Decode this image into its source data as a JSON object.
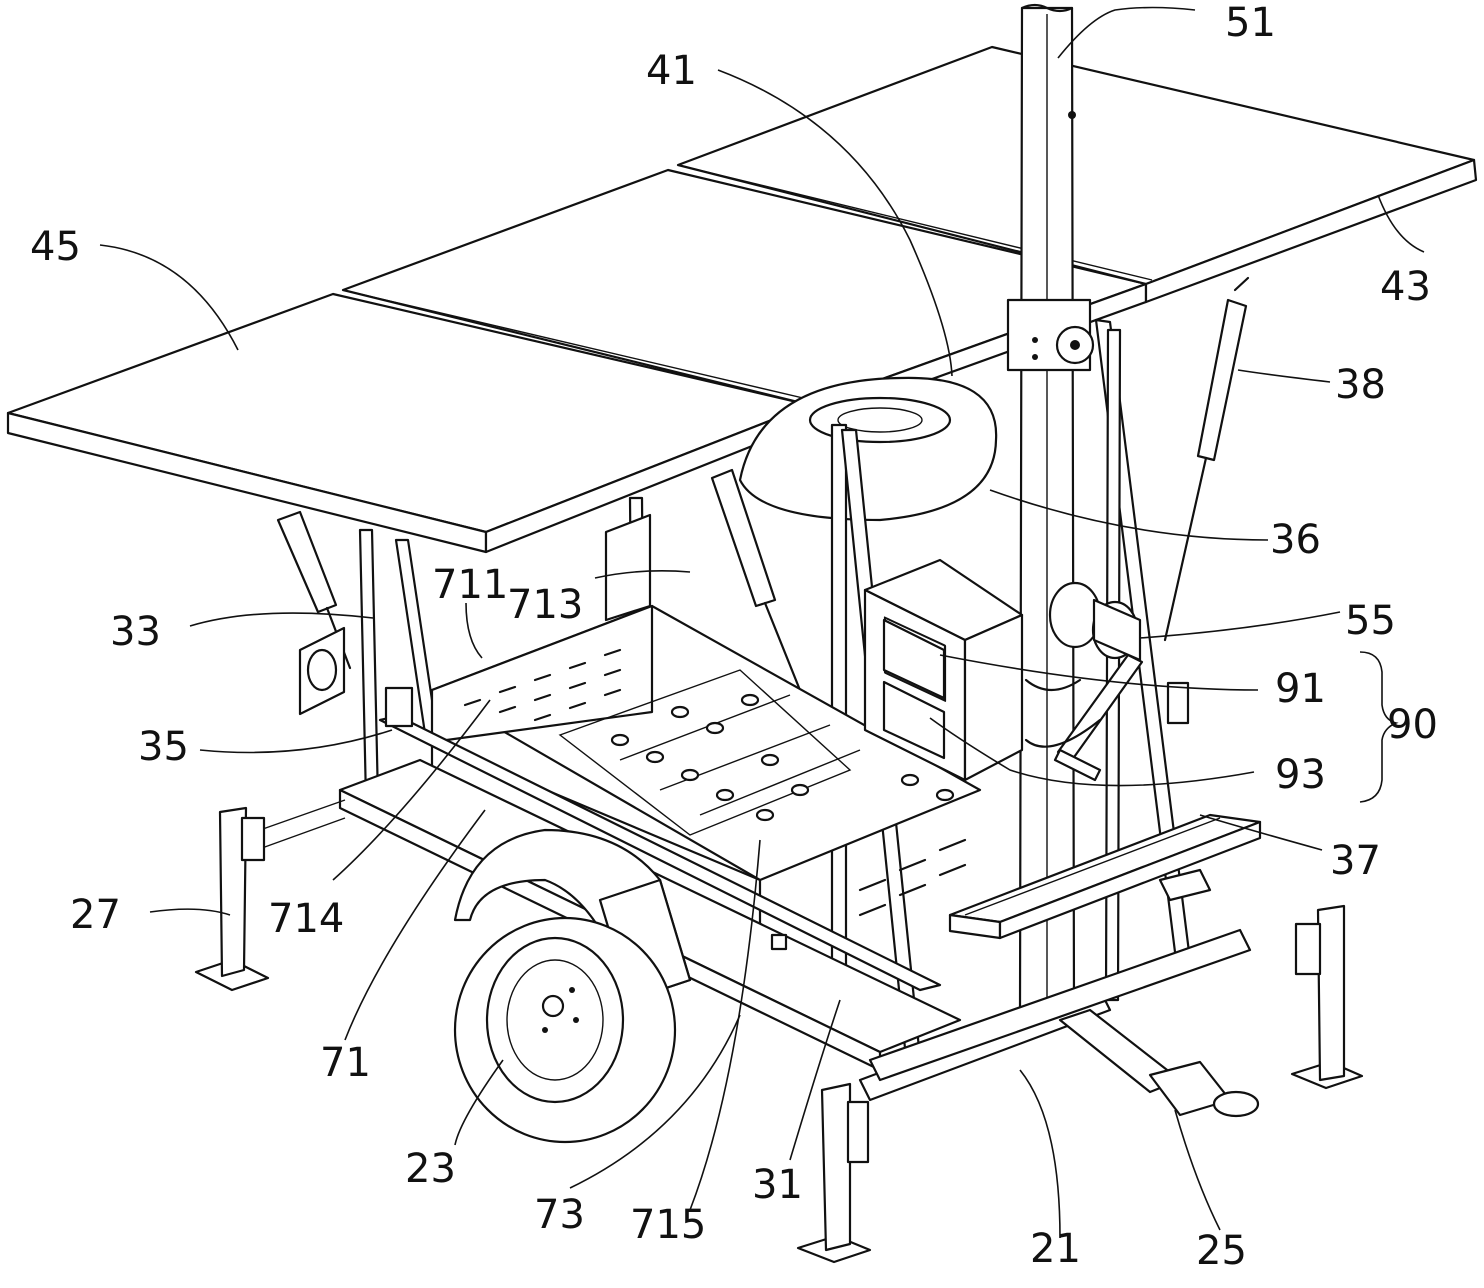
{
  "labels": [
    {
      "id": "51",
      "text": "51"
    },
    {
      "id": "41",
      "text": "41"
    },
    {
      "id": "45",
      "text": "45"
    },
    {
      "id": "43",
      "text": "43"
    },
    {
      "id": "38",
      "text": "38"
    },
    {
      "id": "36",
      "text": "36"
    },
    {
      "id": "55",
      "text": "55"
    },
    {
      "id": "711",
      "text": "711"
    },
    {
      "id": "713",
      "text": "713"
    },
    {
      "id": "33",
      "text": "33"
    },
    {
      "id": "91",
      "text": "91"
    },
    {
      "id": "90",
      "text": "90"
    },
    {
      "id": "35",
      "text": "35"
    },
    {
      "id": "93",
      "text": "93"
    },
    {
      "id": "37",
      "text": "37"
    },
    {
      "id": "27",
      "text": "27"
    },
    {
      "id": "714",
      "text": "714"
    },
    {
      "id": "71",
      "text": "71"
    },
    {
      "id": "23",
      "text": "23"
    },
    {
      "id": "73",
      "text": "73"
    },
    {
      "id": "715",
      "text": "715"
    },
    {
      "id": "31",
      "text": "31"
    },
    {
      "id": "21",
      "text": "21"
    },
    {
      "id": "25",
      "text": "25"
    }
  ]
}
